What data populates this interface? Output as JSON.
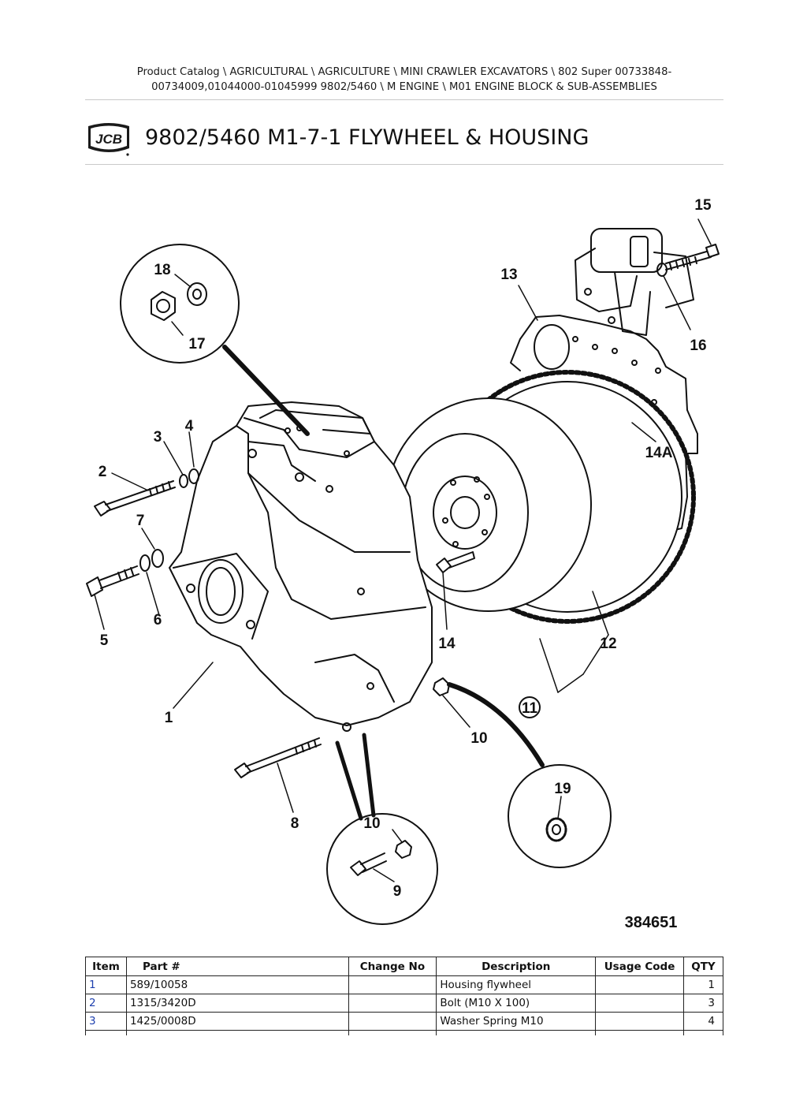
{
  "breadcrumb": {
    "line1": "Product Catalog  \\  AGRICULTURAL  \\  AGRICULTURE  \\  MINI CRAWLER EXCAVATORS  \\  802 Super 00733848-",
    "line2": "00734009,01044000-01045999 9802/5460  \\  M ENGINE  \\  M01 ENGINE BLOCK & SUB-ASSEMBLIES"
  },
  "header": {
    "logo_text": "JCB",
    "title": "9802/5460 M1-7-1 FLYWHEEL & HOUSING"
  },
  "diagram": {
    "reference_number": "384651",
    "callouts": {
      "c1": "1",
      "c2": "2",
      "c3": "3",
      "c4": "4",
      "c5": "5",
      "c6": "6",
      "c7": "7",
      "c8": "8",
      "c9": "9",
      "c10a": "10",
      "c10b": "10",
      "c11": "11",
      "c12": "12",
      "c13": "13",
      "c14": "14",
      "c14a": "14A",
      "c15": "15",
      "c16": "16",
      "c17": "17",
      "c18": "18",
      "c19": "19"
    }
  },
  "parts_table": {
    "headers": {
      "item": "Item",
      "part": "Part #",
      "change": "Change No",
      "description": "Description",
      "usage": "Usage Code",
      "qty": "QTY"
    },
    "rows": [
      {
        "item": "1",
        "part": "589/10058",
        "change": "",
        "description": "Housing flywheel",
        "usage": "",
        "qty": "1"
      },
      {
        "item": "2",
        "part": "1315/3420D",
        "change": "",
        "description": "Bolt (M10 X 100)",
        "usage": "",
        "qty": "3"
      },
      {
        "item": "3",
        "part": "1425/0008D",
        "change": "",
        "description": "Washer Spring M10",
        "usage": "",
        "qty": "4"
      }
    ]
  },
  "colors": {
    "rule": "#c9c9c9",
    "item_link": "#1d3fae",
    "text": "#111111"
  }
}
